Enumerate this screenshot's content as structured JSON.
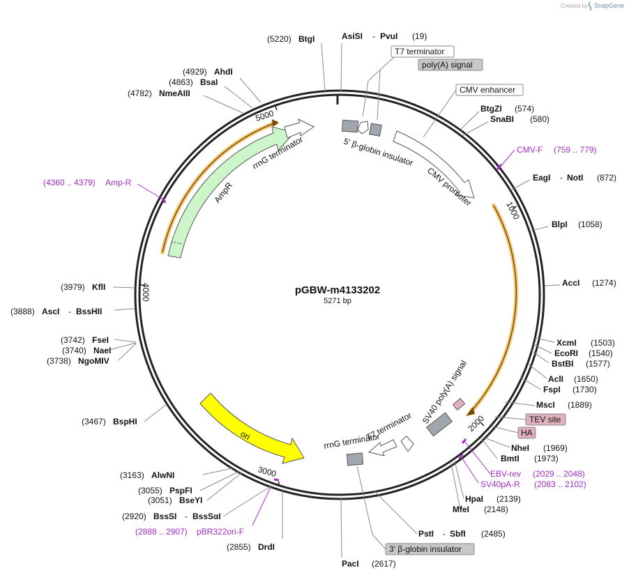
{
  "branding": {
    "created_by": "Created by",
    "app": "SnapGene"
  },
  "plasmid": {
    "name": "pGBW-m4133202",
    "length_label": "5271 bp"
  },
  "ticks": [
    "1000",
    "2000",
    "3000",
    "4000",
    "5000"
  ],
  "enzymes": [
    {
      "name": "BtgI",
      "pos": "(5220)"
    },
    {
      "name": "AsiSI",
      "name2": "PvuI",
      "pos": "(19)"
    },
    {
      "name": "AhdI",
      "pos": "(4929)"
    },
    {
      "name": "BsaI",
      "pos": "(4863)"
    },
    {
      "name": "NmeAIII",
      "pos": "(4782)"
    },
    {
      "name": "BtgZI",
      "pos": "(574)"
    },
    {
      "name": "SnaBI",
      "pos": "(580)"
    },
    {
      "name": "EagI",
      "name2": "NotI",
      "pos": "(872)"
    },
    {
      "name": "BlpI",
      "pos": "(1058)"
    },
    {
      "name": "AccI",
      "pos": "(1274)"
    },
    {
      "name": "XcmI",
      "pos": "(1503)"
    },
    {
      "name": "EcoRI",
      "pos": "(1540)"
    },
    {
      "name": "BstBI",
      "pos": "(1577)"
    },
    {
      "name": "AclI",
      "pos": "(1650)"
    },
    {
      "name": "FspI",
      "pos": "(1730)"
    },
    {
      "name": "MscI",
      "pos": "(1889)"
    },
    {
      "name": "NheI",
      "pos": "(1969)"
    },
    {
      "name": "BmtI",
      "pos": "(1973)"
    },
    {
      "name": "HpaI",
      "pos": "(2139)"
    },
    {
      "name": "MfeI",
      "pos": "(2148)"
    },
    {
      "name": "PstI",
      "name2": "SbfI",
      "pos": "(2485)"
    },
    {
      "name": "PacI",
      "pos": "(2617)"
    },
    {
      "name": "DrdI",
      "pos": "(2855)"
    },
    {
      "name": "BssSI",
      "name2": "BssSαI",
      "pos": "(2920)"
    },
    {
      "name": "BseYI",
      "pos": "(3051)"
    },
    {
      "name": "PspFI",
      "pos": "(3055)"
    },
    {
      "name": "AlwNI",
      "pos": "(3163)"
    },
    {
      "name": "BspHI",
      "pos": "(3467)"
    },
    {
      "name": "NgoMIV",
      "pos": "(3738)"
    },
    {
      "name": "NaeI",
      "pos": "(3740)"
    },
    {
      "name": "FseI",
      "pos": "(3742)"
    },
    {
      "name": "AscI",
      "name2": "BssHII",
      "pos": "(3888)"
    },
    {
      "name": "KflI",
      "pos": "(3979)"
    }
  ],
  "primers": [
    {
      "name": "CMV-F",
      "range": "(759 .. 779)"
    },
    {
      "name": "Amp-R",
      "range": "(4360 .. 4379)"
    },
    {
      "name": "EBV-rev",
      "range": "(2029 .. 2048)"
    },
    {
      "name": "SV40pA-R",
      "range": "(2083 .. 2102)"
    },
    {
      "name": "pBR322ori-F",
      "range": "(2888 .. 2907)"
    }
  ],
  "boxed_labels": [
    {
      "text": "T7 terminator"
    },
    {
      "text": "poly(A) signal"
    },
    {
      "text": "CMV enhancer"
    },
    {
      "text": "TEV site"
    },
    {
      "text": "HA"
    },
    {
      "text": "3' β-globin insulator"
    }
  ],
  "features": [
    {
      "text": "5' β-globin insulator"
    },
    {
      "text": "CMV promoter"
    },
    {
      "text": "rrnG terminator"
    },
    {
      "text": "AmpR"
    },
    {
      "text": "SV40 poly(A) signal"
    },
    {
      "text": "T7 terminator"
    },
    {
      "text": "rrnG terminator"
    },
    {
      "text": "ori"
    }
  ],
  "colors": {
    "ampr": "#ccf5c9",
    "ori": "#ffff00",
    "misc_gray": "#a0a6ad",
    "tag_pink": "#e0b0bd",
    "primer": "#a32cc4",
    "orf_line": "#7a4a00",
    "orf_glow": "#f5c878"
  }
}
